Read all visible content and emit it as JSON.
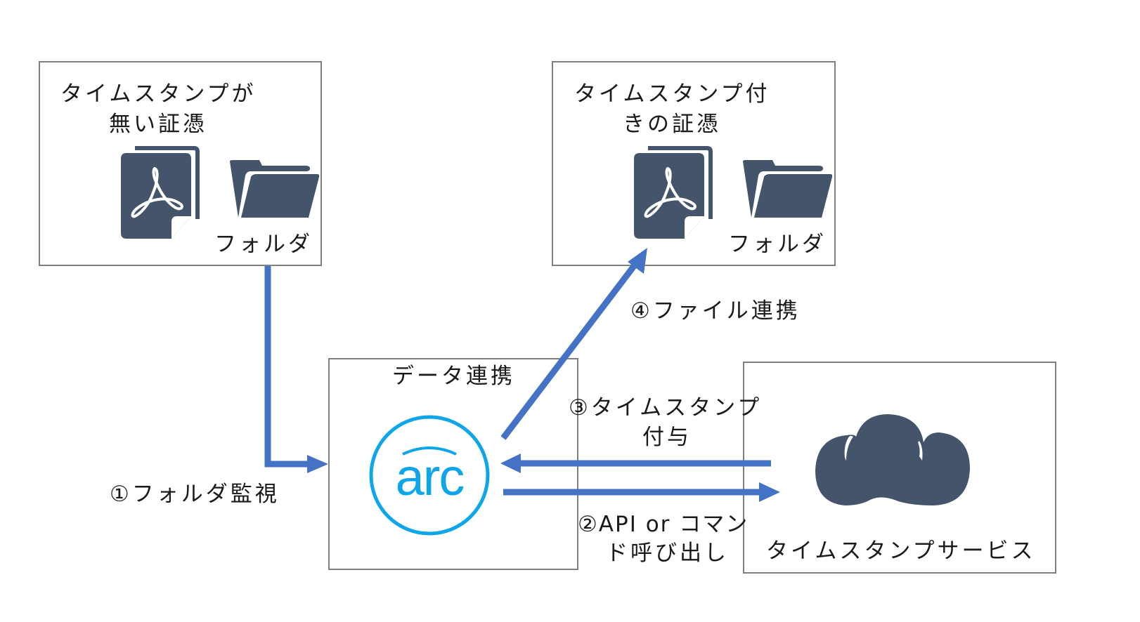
{
  "diagram": {
    "nodes": {
      "source": {
        "title_line1": "タイムスタンプが",
        "title_line2": "無い証憑",
        "folder_label": "フォルダ",
        "icons": [
          "pdf-document-icon",
          "folder-icon"
        ]
      },
      "destination": {
        "title_line1": "タイムスタンプ付",
        "title_line2": "きの証憑",
        "folder_label": "フォルダ",
        "icons": [
          "pdf-document-icon",
          "folder-icon"
        ]
      },
      "integration": {
        "title": "データ連携",
        "logo_text": "arc",
        "icons": [
          "arc-logo-icon"
        ]
      },
      "service": {
        "title": "タイムスタンプサービス",
        "icons": [
          "cloud-icon"
        ]
      }
    },
    "edges": [
      {
        "id": "1",
        "label": "①フォルダ監視",
        "from": "source",
        "to": "integration"
      },
      {
        "id": "2",
        "label_line1": "②API or コマン",
        "label_line2": "ド呼び出し",
        "from": "integration",
        "to": "service"
      },
      {
        "id": "3",
        "label_line1": "③タイムスタンプ",
        "label_line2": "付与",
        "from": "service",
        "to": "integration"
      },
      {
        "id": "4",
        "label": "④ファイル連携",
        "from": "integration",
        "to": "destination"
      }
    ],
    "colors": {
      "arrow": "#4472c4",
      "icon": "#44546a",
      "logo": "#0ea5e9",
      "border": "#7f7f7f",
      "text": "#1a1a1a"
    }
  }
}
